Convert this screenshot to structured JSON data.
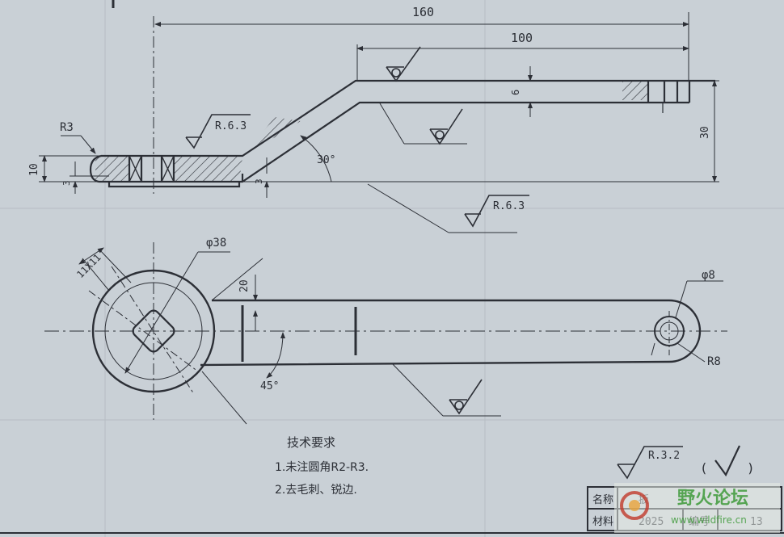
{
  "drawing": {
    "dims": {
      "overall_length": "160",
      "arm_length": "100",
      "arm_thickness": "6",
      "total_height": "30",
      "base_height": "10",
      "base_step": "3",
      "step_right": "3",
      "bend_angle": "30°",
      "fillet_left": "R3",
      "boss_dia": "φ38",
      "square": "11X11",
      "offset": "20",
      "angle45": "45°",
      "hole_dia": "φ8",
      "end_radius": "R8"
    },
    "roughness": {
      "upper": "R.6.3",
      "lower": "R.6.3",
      "general": "R.3.2",
      "general_paren_open": "(",
      "general_paren_close": ")"
    },
    "notes": {
      "title": "技术要求",
      "item1": "1.未注圆角R2-R3.",
      "item2": "2.去毛刺、锐边."
    },
    "title_block": {
      "name_label": "名称",
      "name_value": "扳",
      "material_label": "材料",
      "material_value": "2025",
      "number_label": "编号",
      "number_value": "13"
    },
    "watermark": {
      "text": "野火论坛",
      "url": "www.wildfire.cn"
    }
  },
  "colors": {
    "paper": "#c9d0d6",
    "ink": "#2c2f36",
    "watermark": "#3f9a3a"
  }
}
